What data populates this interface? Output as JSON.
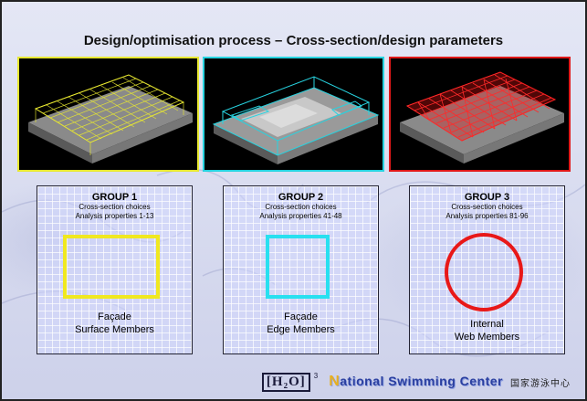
{
  "title": "Design/optimisation process – Cross-section/design parameters",
  "groups": [
    {
      "name": "GROUP 1",
      "choices": "Cross-section choices",
      "props": "Analysis properties 1-13",
      "cap1": "Façade",
      "cap2": "Surface Members",
      "color": "#f0e820"
    },
    {
      "name": "GROUP 2",
      "choices": "Cross-section choices",
      "props": "Analysis properties 41-48",
      "cap1": "Façade",
      "cap2": "Edge Members",
      "color": "#28e0f0"
    },
    {
      "name": "GROUP 3",
      "choices": "Cross-section choices",
      "props": "Analysis properties 81-96",
      "cap1": "Internal",
      "cap2": "Web Members",
      "color": "#e81818"
    }
  ],
  "footer": {
    "logo": "[H₂O]",
    "sup": "3",
    "brand": "ational Swimming Center",
    "brand_initial": "N",
    "chinese": "国家游泳中心"
  },
  "renders": [
    {
      "icon": "yellow-highlight-model",
      "color": "#e8e830"
    },
    {
      "icon": "cyan-highlight-model",
      "color": "#27d3e0"
    },
    {
      "icon": "red-highlight-model",
      "color": "#e01818"
    }
  ]
}
